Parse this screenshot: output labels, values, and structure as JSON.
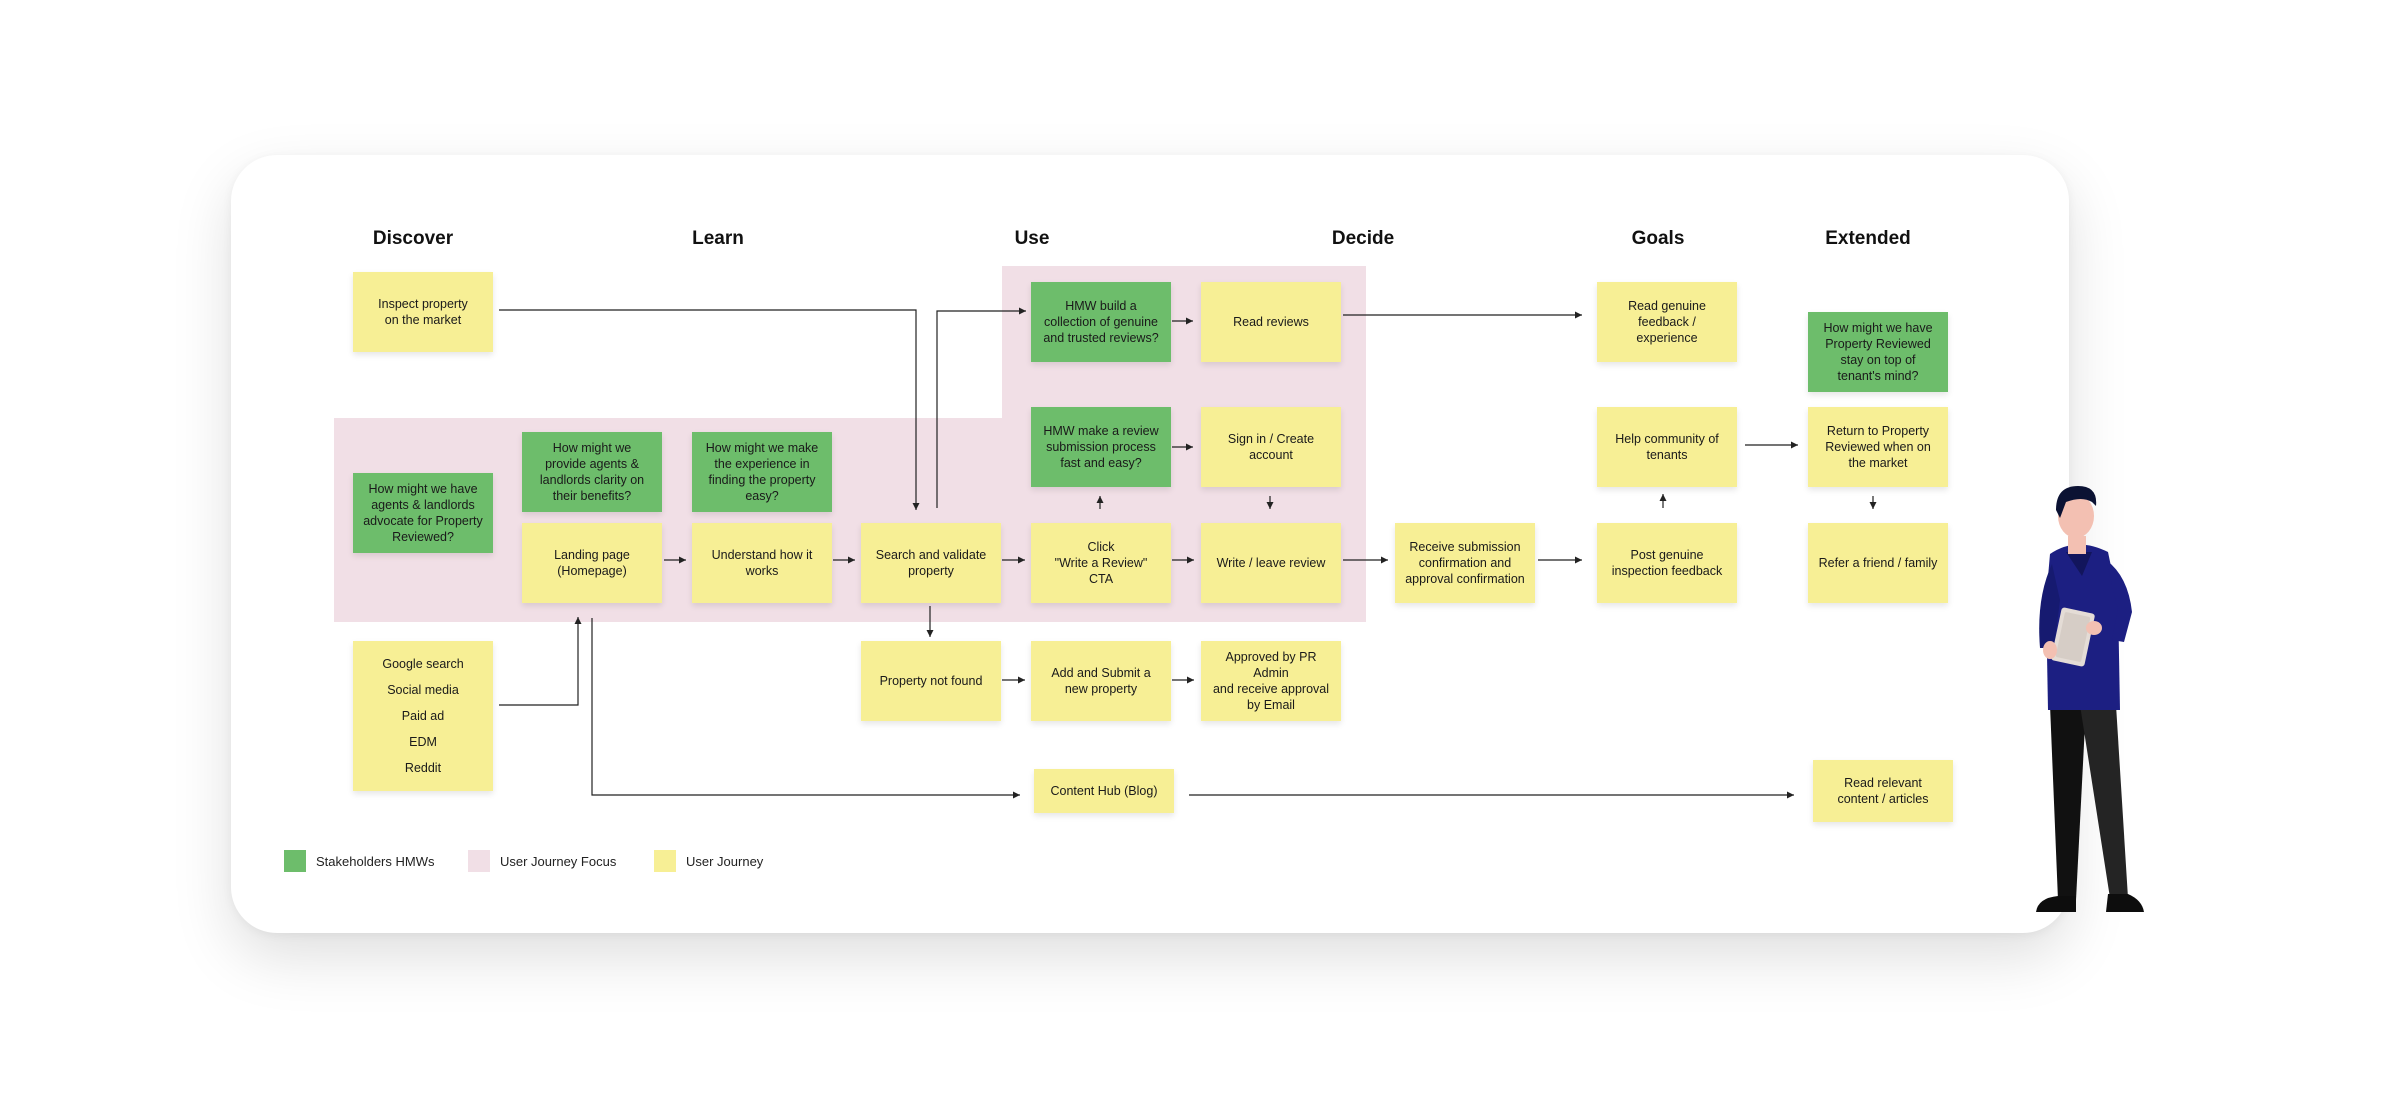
{
  "legend": [
    {
      "label": "Stakeholders HMWs",
      "color": "#6dbd6b"
    },
    {
      "label": "User Journey Focus",
      "color": "#f1dfe6"
    },
    {
      "label": "User Journey",
      "color": "#f7ef95"
    }
  ],
  "stages": {
    "discover": "Discover",
    "learn": "Learn",
    "use": "Use",
    "decide": "Decide",
    "goals": "Goals",
    "extended": "Extended"
  },
  "notes": {
    "inspect_property": "Inspect property\non the market",
    "hmw_advocate": "How might we have agents & landlords advocate for Property Reviewed?",
    "hmw_clarity": "How might we provide agents & landlords clarity on their benefits?",
    "hmw_experience": "How might we make the experience in finding the property easy?",
    "landing_page": "Landing page\n(Homepage)",
    "understand": "Understand how it works",
    "search_validate": "Search and validate property",
    "hmw_collection": "HMW build a collection of genuine and trusted reviews?",
    "read_reviews": "Read reviews",
    "hmw_submission": "HMW make a review submission process fast and easy?",
    "sign_in": "Sign in / Create account",
    "click_cta": "Click\n\"Write a Review\"\nCTA",
    "write_review": "Write / leave review",
    "receive_submission": "Receive submission confirmation and approval confirmation",
    "property_not_found": "Property not found",
    "add_submit": "Add and Submit a new property",
    "approved": "Approved by PR Admin\nand receive approval by Email",
    "content_hub": "Content Hub (Blog)",
    "read_genuine": "Read genuine feedback / experience",
    "help_community": "Help community of tenants",
    "post_genuine": "Post genuine inspection feedback",
    "hmw_top_of_mind": "How might we have Property Reviewed stay on top of tenant's mind?",
    "return_to": "Return to Property Reviewed when on the market",
    "refer_friend": "Refer a friend / family",
    "read_relevant": "Read relevant content / articles"
  },
  "channels": [
    "Google search",
    "Social media",
    "Paid ad",
    "EDM",
    "Reddit"
  ]
}
